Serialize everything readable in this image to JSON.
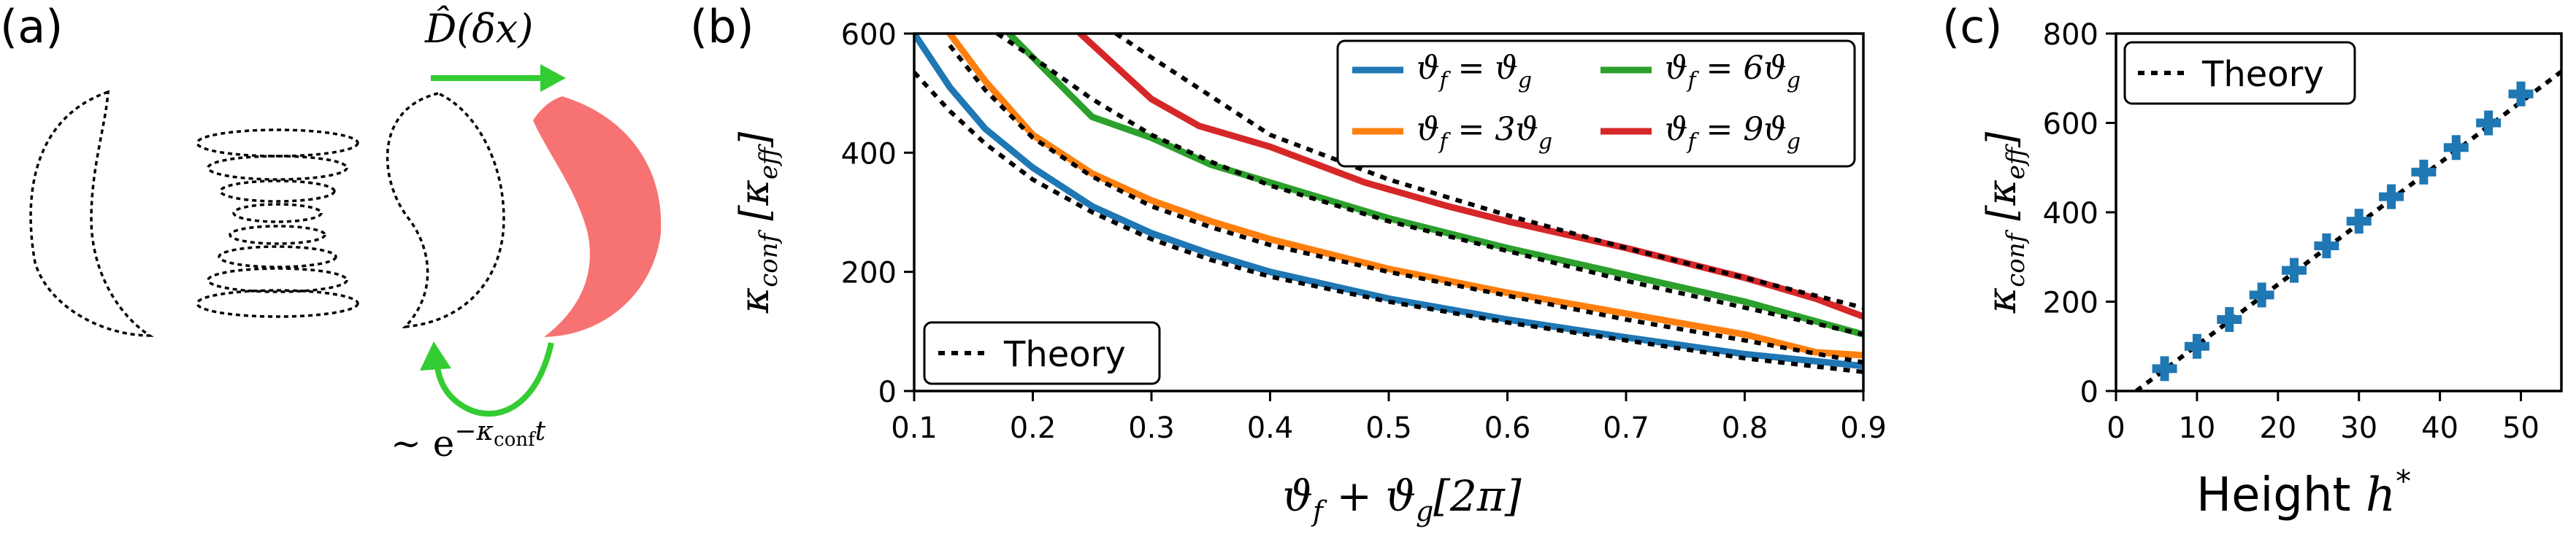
{
  "panels": {
    "a": {
      "label": "(a)",
      "operator": "D̂(δx)",
      "decay": "~ e",
      "decay_exp": "−κ",
      "decay_sub": "conf",
      "decay_t": "t"
    },
    "b": {
      "label": "(b)"
    },
    "c": {
      "label": "(c)"
    }
  },
  "colors": {
    "green_arrow": "#33cc33",
    "crescent_fill": "#f77272",
    "blue": "#1f77b4",
    "orange": "#ff7f0e",
    "green": "#2ca02c",
    "red": "#d62728",
    "theory": "#000000"
  },
  "chart_data": [
    {
      "panel": "b",
      "type": "line",
      "xlabel": "ϑf + ϑg[2π]",
      "ylabel": "κconf [κeff]",
      "xlim": [
        0.1,
        0.9
      ],
      "ylim": [
        0,
        600
      ],
      "xticks": [
        0.1,
        0.2,
        0.3,
        0.4,
        0.5,
        0.6,
        0.7,
        0.8,
        0.9
      ],
      "xtick_labels": [
        "0.1",
        "0.2",
        "0.3",
        "0.4",
        "0.5",
        "0.6",
        "0.7",
        "0.8",
        "0.9"
      ],
      "yticks": [
        0,
        200,
        400,
        600
      ],
      "ytick_labels": [
        "0",
        "200",
        "400",
        "600"
      ],
      "legend_position": "top-right",
      "series": [
        {
          "name": "ϑf = ϑg",
          "name_lhs": "ϑ",
          "name_lhs_sub": "f",
          "name_rhs": "ϑ",
          "name_rhs_sub": "g",
          "name_coef": "",
          "color": "#1f77b4",
          "x": [
            0.1,
            0.13,
            0.16,
            0.2,
            0.25,
            0.3,
            0.35,
            0.4,
            0.5,
            0.6,
            0.7,
            0.8,
            0.9
          ],
          "y": [
            600,
            510,
            440,
            375,
            310,
            265,
            230,
            200,
            155,
            120,
            90,
            62,
            42
          ]
        },
        {
          "name": "ϑf = 3ϑg",
          "name_lhs": "ϑ",
          "name_lhs_sub": "f",
          "name_rhs": "ϑ",
          "name_rhs_sub": "g",
          "name_coef": "3",
          "color": "#ff7f0e",
          "x": [
            0.13,
            0.16,
            0.2,
            0.25,
            0.3,
            0.35,
            0.4,
            0.5,
            0.6,
            0.7,
            0.8,
            0.86,
            0.9
          ],
          "y": [
            600,
            520,
            430,
            365,
            320,
            285,
            255,
            205,
            165,
            130,
            95,
            65,
            60
          ]
        },
        {
          "name": "ϑf = 6ϑg",
          "name_lhs": "ϑ",
          "name_lhs_sub": "f",
          "name_rhs": "ϑ",
          "name_rhs_sub": "g",
          "name_coef": "6",
          "color": "#2ca02c",
          "x": [
            0.18,
            0.22,
            0.25,
            0.3,
            0.35,
            0.4,
            0.5,
            0.6,
            0.7,
            0.8,
            0.9
          ],
          "y": [
            600,
            520,
            460,
            425,
            380,
            350,
            290,
            240,
            195,
            150,
            95
          ]
        },
        {
          "name": "ϑf = 9ϑg",
          "name_lhs": "ϑ",
          "name_lhs_sub": "f",
          "name_rhs": "ϑ",
          "name_rhs_sub": "g",
          "name_coef": "9",
          "color": "#d62728",
          "x": [
            0.24,
            0.3,
            0.34,
            0.4,
            0.48,
            0.55,
            0.6,
            0.7,
            0.8,
            0.86,
            0.9
          ],
          "y": [
            600,
            490,
            445,
            410,
            350,
            310,
            285,
            240,
            190,
            155,
            125
          ]
        }
      ],
      "theory": {
        "name": "Theory",
        "legend_position": "bottom-left",
        "lines": [
          {
            "x": [
              0.1,
              0.13,
              0.16,
              0.2,
              0.25,
              0.3,
              0.35,
              0.4,
              0.5,
              0.6,
              0.7,
              0.8,
              0.9
            ],
            "y": [
              535,
              470,
              415,
              355,
              300,
              255,
              220,
              192,
              150,
              115,
              85,
              55,
              32
            ]
          },
          {
            "x": [
              0.13,
              0.16,
              0.2,
              0.25,
              0.3,
              0.35,
              0.4,
              0.5,
              0.6,
              0.7,
              0.8,
              0.9
            ],
            "y": [
              580,
              505,
              425,
              360,
              310,
              275,
              245,
              200,
              160,
              120,
              85,
              48
            ]
          },
          {
            "x": [
              0.17,
              0.2,
              0.25,
              0.3,
              0.35,
              0.4,
              0.5,
              0.6,
              0.7,
              0.8,
              0.9
            ],
            "y": [
              600,
              560,
              490,
              430,
              385,
              345,
              285,
              235,
              185,
              140,
              95
            ]
          },
          {
            "x": [
              0.27,
              0.3,
              0.35,
              0.4,
              0.5,
              0.6,
              0.7,
              0.8,
              0.9
            ],
            "y": [
              600,
              560,
              495,
              430,
              355,
              295,
              240,
              190,
              140
            ]
          }
        ]
      }
    },
    {
      "panel": "c",
      "type": "scatter",
      "xlabel": "Height h*",
      "xlabel_text": "Height ",
      "xlabel_var": "h",
      "xlabel_sup": "*",
      "ylabel": "κconf [κeff]",
      "xlim": [
        0,
        55
      ],
      "ylim": [
        0,
        800
      ],
      "xticks": [
        0,
        10,
        20,
        30,
        40,
        50
      ],
      "xtick_labels": [
        "0",
        "10",
        "20",
        "30",
        "40",
        "50"
      ],
      "yticks": [
        0,
        200,
        400,
        600,
        800
      ],
      "ytick_labels": [
        "0",
        "200",
        "400",
        "600",
        "800"
      ],
      "legend_position": "top-left",
      "series": [
        {
          "name": "",
          "color": "#1f77b4",
          "x": [
            6,
            10,
            14,
            18,
            22,
            26,
            30,
            34,
            38,
            42,
            46,
            50
          ],
          "y": [
            50,
            100,
            160,
            215,
            270,
            325,
            380,
            435,
            490,
            545,
            600,
            665
          ]
        }
      ],
      "theory": {
        "name": "Theory",
        "x": [
          2.5,
          55
        ],
        "y": [
          0,
          715
        ]
      }
    }
  ]
}
